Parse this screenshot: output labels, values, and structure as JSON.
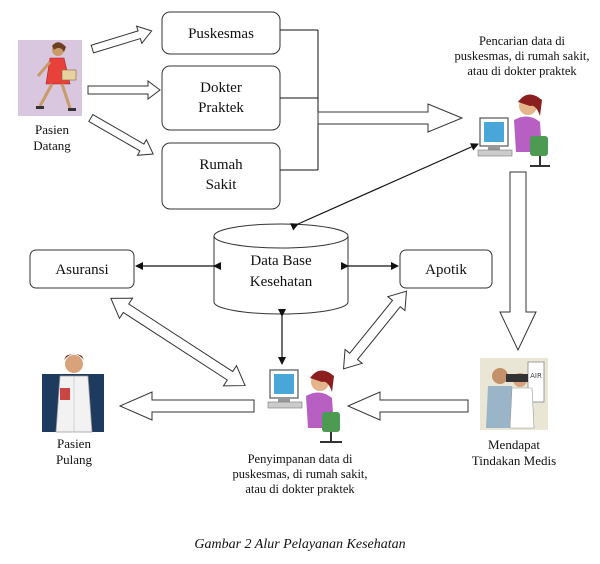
{
  "nodes": {
    "puskesmas": "Puskesmas",
    "dokter_praktek": [
      "Dokter",
      "Praktek"
    ],
    "rumah_sakit": [
      "Rumah",
      "Sakit"
    ],
    "database": [
      "Data Base",
      "Kesehatan"
    ],
    "asuransi": "Asuransi",
    "apotik": "Apotik"
  },
  "labels": {
    "pasien_datang": [
      "Pasien",
      "Datang"
    ],
    "pencarian": [
      "Pencarian data di",
      "puskesmas, di rumah sakit,",
      "atau di dokter praktek"
    ],
    "penyimpanan": [
      "Penyimpanan data di",
      "puskesmas, di rumah sakit,",
      "atau di dokter praktek"
    ],
    "tindakan": [
      "Mendapat",
      "Tindakan Medis"
    ],
    "pasien_pulang": [
      "Pasien",
      "Pulang"
    ]
  },
  "caption": "Gambar 2 Alur Pelayanan Kesehatan",
  "colors": {
    "patient_dress": "#e8403a",
    "nurse_uniform": "#f2f2f2",
    "operator_shirt": "#b85fc4",
    "monitor_screen": "#49a6d8",
    "chair": "#4d9a52",
    "doctor_jacket": "#9ab4c8"
  },
  "icons": [
    "patient-walking-icon",
    "operator-computer-icon",
    "doctor-treatment-icon",
    "nurse-icon"
  ]
}
